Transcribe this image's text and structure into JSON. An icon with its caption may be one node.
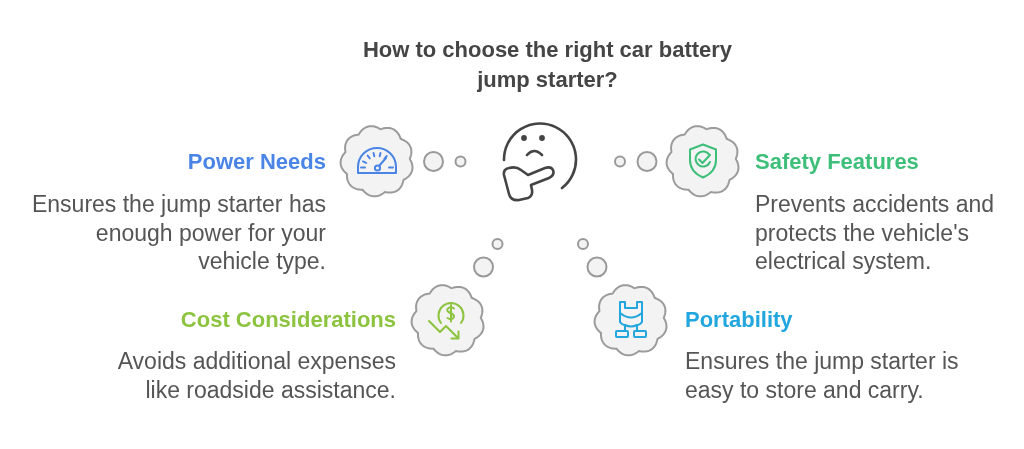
{
  "diagram": {
    "title": "How to choose the right car battery jump starter?",
    "nodes": [
      {
        "text": [
          "Power Needs",
          "Ensures the jump starter has enough power for your vehicle type."
        ]
      },
      {
        "text": [
          "Safety Features",
          "Prevents accidents and protects the vehicle's electrical system."
        ]
      },
      {
        "text": [
          "Cost Considerations",
          "Avoids additional expenses like roadside assistance."
        ]
      },
      {
        "text": [
          "Portability",
          "Ensures the jump starter is easy to store and carry."
        ]
      }
    ]
  }
}
